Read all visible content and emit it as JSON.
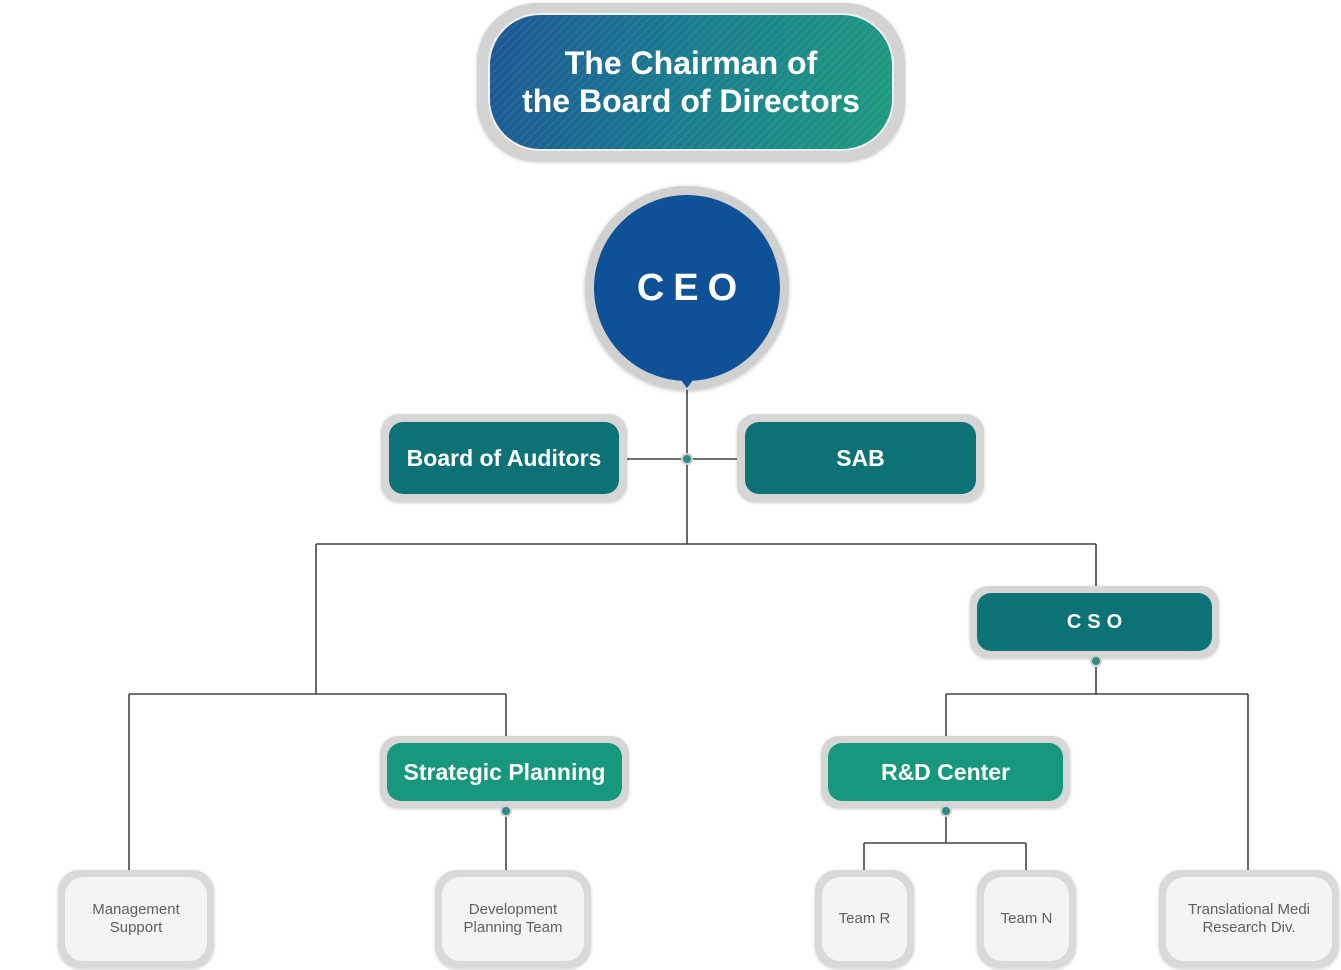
{
  "chairman": {
    "label": "The Chairman of\nthe Board of Directors"
  },
  "ceo": {
    "label": "CEO"
  },
  "board_of_auditors": {
    "label": "Board of Auditors"
  },
  "sab": {
    "label": "SAB"
  },
  "cso": {
    "label": "CSO"
  },
  "strategic_planning": {
    "label": "Strategic Planning"
  },
  "rd_center": {
    "label": "R&D Center"
  },
  "leaves": {
    "management_support": "Management\nSupport",
    "development_planning": "Development\nPlanning Team",
    "team_r": "Team R",
    "team_n": "Team N",
    "translational": "Translational Medi\nResearch Div."
  },
  "colors": {
    "chairman_gradient": [
      "#1d5795",
      "#1e9b7f"
    ],
    "ceo": "#0f5196",
    "teal": "#0c7275",
    "green": "#17987d",
    "leaf": "#f4f4f4",
    "line": "#444444"
  }
}
